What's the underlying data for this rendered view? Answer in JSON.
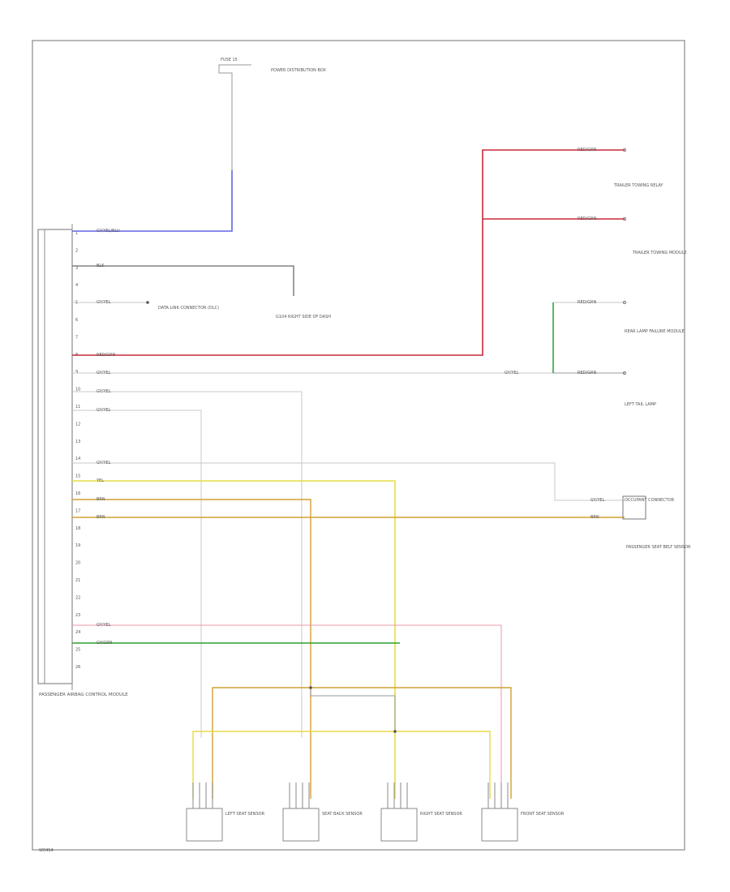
{
  "colors": {
    "frame": "#8a8a8a",
    "wire_default": "#9a9a9a",
    "blue": "#6464e6",
    "red": "#c8283c",
    "pink": "#e89aaa",
    "green": "#2e9e2e",
    "yellow": "#e6dc46",
    "orange": "#d2a032",
    "light_gray": "#c8c8c8"
  },
  "module": {
    "label": "PASSENGER AIRBAG CONTROL MODULE",
    "pins": [
      "1",
      "2",
      "3",
      "4",
      "5",
      "6",
      "7",
      "8",
      "9",
      "10",
      "11",
      "12",
      "13",
      "14",
      "15",
      "16",
      "17",
      "18",
      "19",
      "20",
      "21",
      "22",
      "23",
      "24",
      "25",
      "26"
    ]
  },
  "wire_labels": {
    "w1": "GY/YEL/BLU",
    "w3": "BLK",
    "w5": "GY/YEL",
    "w8": "RED/GRN",
    "w9": "GY/YEL",
    "w10": "GY/YEL",
    "w11": "GY/YEL",
    "w14": "GY/YEL",
    "w15": "YEL",
    "w16": "BRN",
    "w17": "BRN",
    "w22": "GY/YEL",
    "w23": "GY/GRN",
    "right_red_top": "RED/GRN",
    "right_red_bot": "RED/GRN",
    "right_green_top": "RED/GRN",
    "right_green_bot": "RED/GRN",
    "right_gy": "GY/YEL",
    "sensor_gy": "GY/YEL",
    "sensor_brn": "BRN"
  },
  "components": {
    "top_fuse": "FUSE 15",
    "top_connector": "POWER DISTRIBUTION BOX",
    "ground_label": "G104 RIGHT SIDE OF DASH",
    "data_link": "DATA LINK CONNECTOR (DLC)",
    "tail_light_upper": "TRAILER TOWING RELAY",
    "tail_light_lower": "TRAILER TOWING MODULE",
    "turn_module": "REAR LAMP FAILURE MODULE",
    "left_tail": "LEFT TAIL LAMP",
    "occupant_connector": "OCCUPANT CONNECTOR",
    "passenger_sensor": "PASSENGER SEAT BELT SENSOR",
    "sensor1": "LEFT SEAT SENSOR",
    "sensor2": "SEAT BACK SENSOR",
    "sensor3": "RIGHT SEAT SENSOR",
    "sensor4": "FRONT SEAT SENSOR",
    "footer": "W0494"
  }
}
